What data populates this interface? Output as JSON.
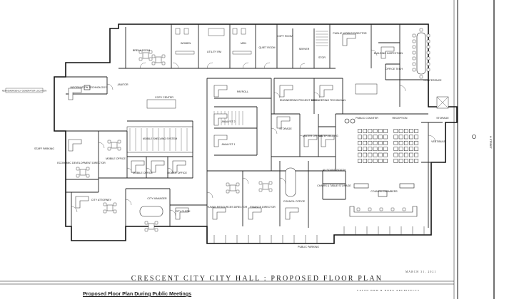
{
  "drawing": {
    "title": "CRESCENT CITY CITY HALL : PROPOSED FLOOR PLAN",
    "subtitle": "Proposed Floor Plan During Public Meetings",
    "date": "MARCH 31, 2021",
    "firm": "CALPO HOM & DONG ARCHITECTS"
  },
  "rooms": {
    "break_room": "BREAK ROOM",
    "women": "WOMEN",
    "utility_rm": "UTILITY RM",
    "men": "MEN",
    "quiet_room": "QUIET ROOM",
    "copy_room": "COPY ROOM",
    "server": "SERVER",
    "stor": "STOR",
    "public_works_director": "PUBLIC WORKS DIRECTOR",
    "building_inspection": "BUILDING INSPECTION",
    "conference": "CONFERENCE",
    "office_tech": "OFFICE TECH",
    "information_technology": "INFORMATION TECHNOLOGY",
    "janitor": "JANITOR",
    "copy_center": "COPY CENTER",
    "payroll": "PAYROLL",
    "engineering_project_mgr": "ENGINEERING PROJECT MGR",
    "engineering_technician": "ENGINEERING TECHNICIAN",
    "public_counter": "PUBLIC COUNTER",
    "reception": "RECEPTION",
    "storage_right": "STORAGE",
    "vestibule": "VESTIBULE",
    "analyst_2": "ANALYST 2",
    "analyst_1": "ANALYST 1",
    "storage_mid": "STORAGE",
    "water_office": "WATER OFFICE",
    "water_billing": "WATER BILLING",
    "mobile_shelving_system": "MOBILE SHELVING SYSTEM",
    "economic_development_director": "ECONOMIC DEVELOPMENT DIRECTOR",
    "mobile_office_1": "MOBILE OFFICE",
    "mobile_office_2": "MOBILE OFFICE",
    "mobile_office_3": "MOBILE OFFICE",
    "av_sound_booth": "AV SOUND BOOTH",
    "chairs_table_storage": "CHAIRS & TABLE STORAGE",
    "council_chambers": "COUNCIL CHAMBERS",
    "city_attorney": "CITY ATTORNEY",
    "city_manager": "CITY MANAGER",
    "city_clerk": "CITY CLERK",
    "human_resources_director": "HUMAN RESOURCES DIRECTOR",
    "finance_director": "FINANCE DIRECTOR",
    "council_office": "COUNCIL OFFICE"
  },
  "site": {
    "staff_parking": "STAFF PARKING",
    "public_parking": "PUBLIC PARKING",
    "h_street": "H STREET",
    "generator_note": "NEW EMERGENCY GENERATOR LOCATION"
  }
}
